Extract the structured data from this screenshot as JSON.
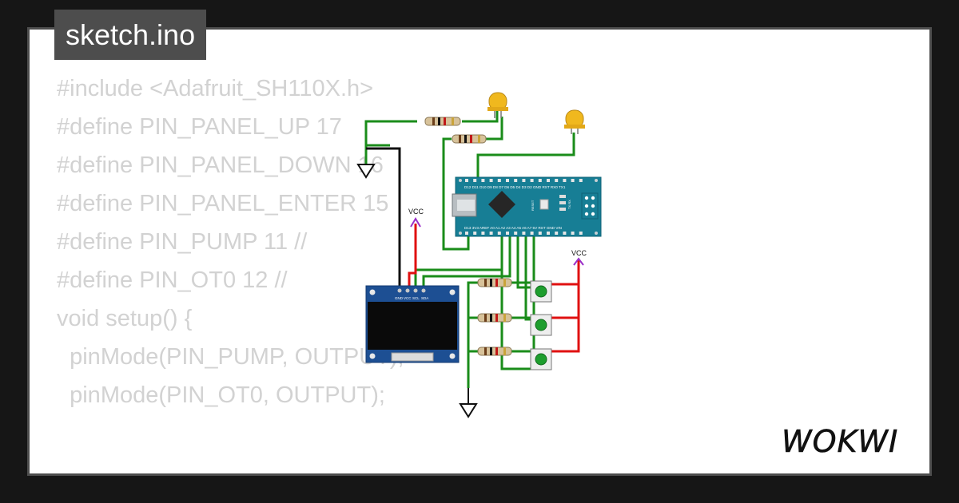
{
  "file": {
    "name": "sketch.ino"
  },
  "code_lines": [
    "#include <Adafruit_SH110X.h>",
    "",
    "#define PIN_PANEL_UP 17",
    "#define PIN_PANEL_DOWN 16",
    "#define PIN_PANEL_ENTER 15",
    "#define PIN_PUMP 11 //",
    "#define PIN_OT0 12 //",
    "",
    "void setup() {",
    "  pinMode(PIN_PUMP, OUTPUT);",
    "  pinMode(PIN_OT0, OUTPUT);"
  ],
  "circuit": {
    "vcc_label_1": "VCC",
    "vcc_label_2": "VCC",
    "oled_pins": [
      "GND",
      "VCC",
      "SCL",
      "SDA"
    ],
    "nano_top_pins": "D12 D11 D10 D9 D8 D7 D6 D5 D4 D3 D2 GND RST RX0 TX1",
    "nano_bottom_pins": "D13 3V3 AREF A0 A1 A2 A3 A4 A5 A6 A7 5V RST GND VIN",
    "nano_reset": "RESET",
    "nano_leds": "TX RX",
    "colors": {
      "wire_green": "#1a8c1a",
      "wire_red": "#e01010",
      "wire_black": "#111111",
      "board": "#177e95",
      "led": "#f0b81e",
      "vcc": "#9b2fc9"
    }
  },
  "brand": {
    "logo": "WOKWI"
  }
}
